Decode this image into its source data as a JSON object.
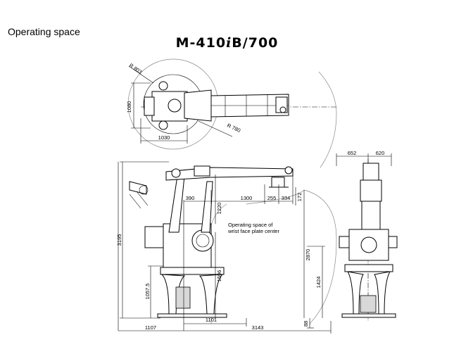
{
  "heading": "Operating space",
  "model": {
    "prefix": "M-410",
    "script_letter": "i",
    "suffix": "B/700"
  },
  "annotation": {
    "line1": "Operating space of",
    "line2": "wrist face plate center"
  },
  "dims_top": {
    "r803": "R 803",
    "h1080": "1080",
    "w1030": "1030",
    "r780": "R 780"
  },
  "dims_side": {
    "h3195": "3195",
    "d390": "390",
    "d1220": "1220",
    "d1300": "1300",
    "d255": "255",
    "d334": "334",
    "d172": "172",
    "d1596": "1596",
    "d2870": "2870",
    "d1057": "1057.5",
    "d1424": "1424",
    "d1101": "1101",
    "d88": "88",
    "d1107": "1107",
    "d3143": "3143"
  },
  "dims_front": {
    "d652": "652",
    "d620": "620"
  }
}
